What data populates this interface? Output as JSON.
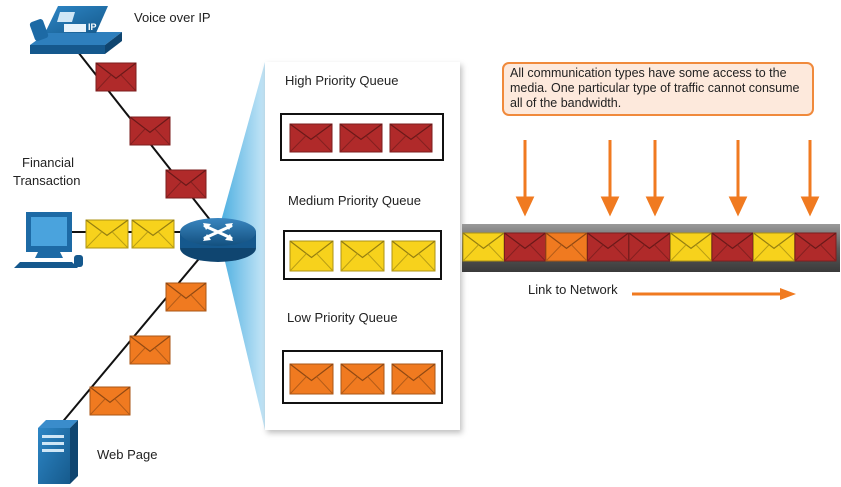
{
  "labels": {
    "voip": "Voice over IP",
    "financial_line1": "Financial",
    "financial_line2": "Transaction",
    "web_page": "Web Page",
    "link": "Link to Network"
  },
  "queues": [
    {
      "title": "High Priority Queue",
      "message_type": "voice",
      "count": 3
    },
    {
      "title": "Medium Priority Queue",
      "message_type": "financial",
      "count": 3
    },
    {
      "title": "Low Priority Queue",
      "message_type": "web",
      "count": 3
    }
  ],
  "note": "All communication types have some access to the media. One particular type of traffic cannot consume all of the bandwidth.",
  "link_sequence": [
    "financial",
    "voice",
    "web",
    "voice",
    "voice",
    "financial",
    "voice",
    "financial",
    "voice"
  ],
  "colors": {
    "voice": "#b02a2a",
    "financial": "#f7d21c",
    "web": "#f07a20",
    "accent": "#f07a20",
    "note_border": "#f08a3c",
    "note_fill": "#fde9dc",
    "cone": "#3aa6dd",
    "device_blue": "#1f6fa8"
  },
  "icons": {
    "voip": "ip-phone-icon",
    "financial": "desktop-computer-icon",
    "web": "server-icon",
    "router": "router-icon",
    "message": "envelope-icon"
  }
}
